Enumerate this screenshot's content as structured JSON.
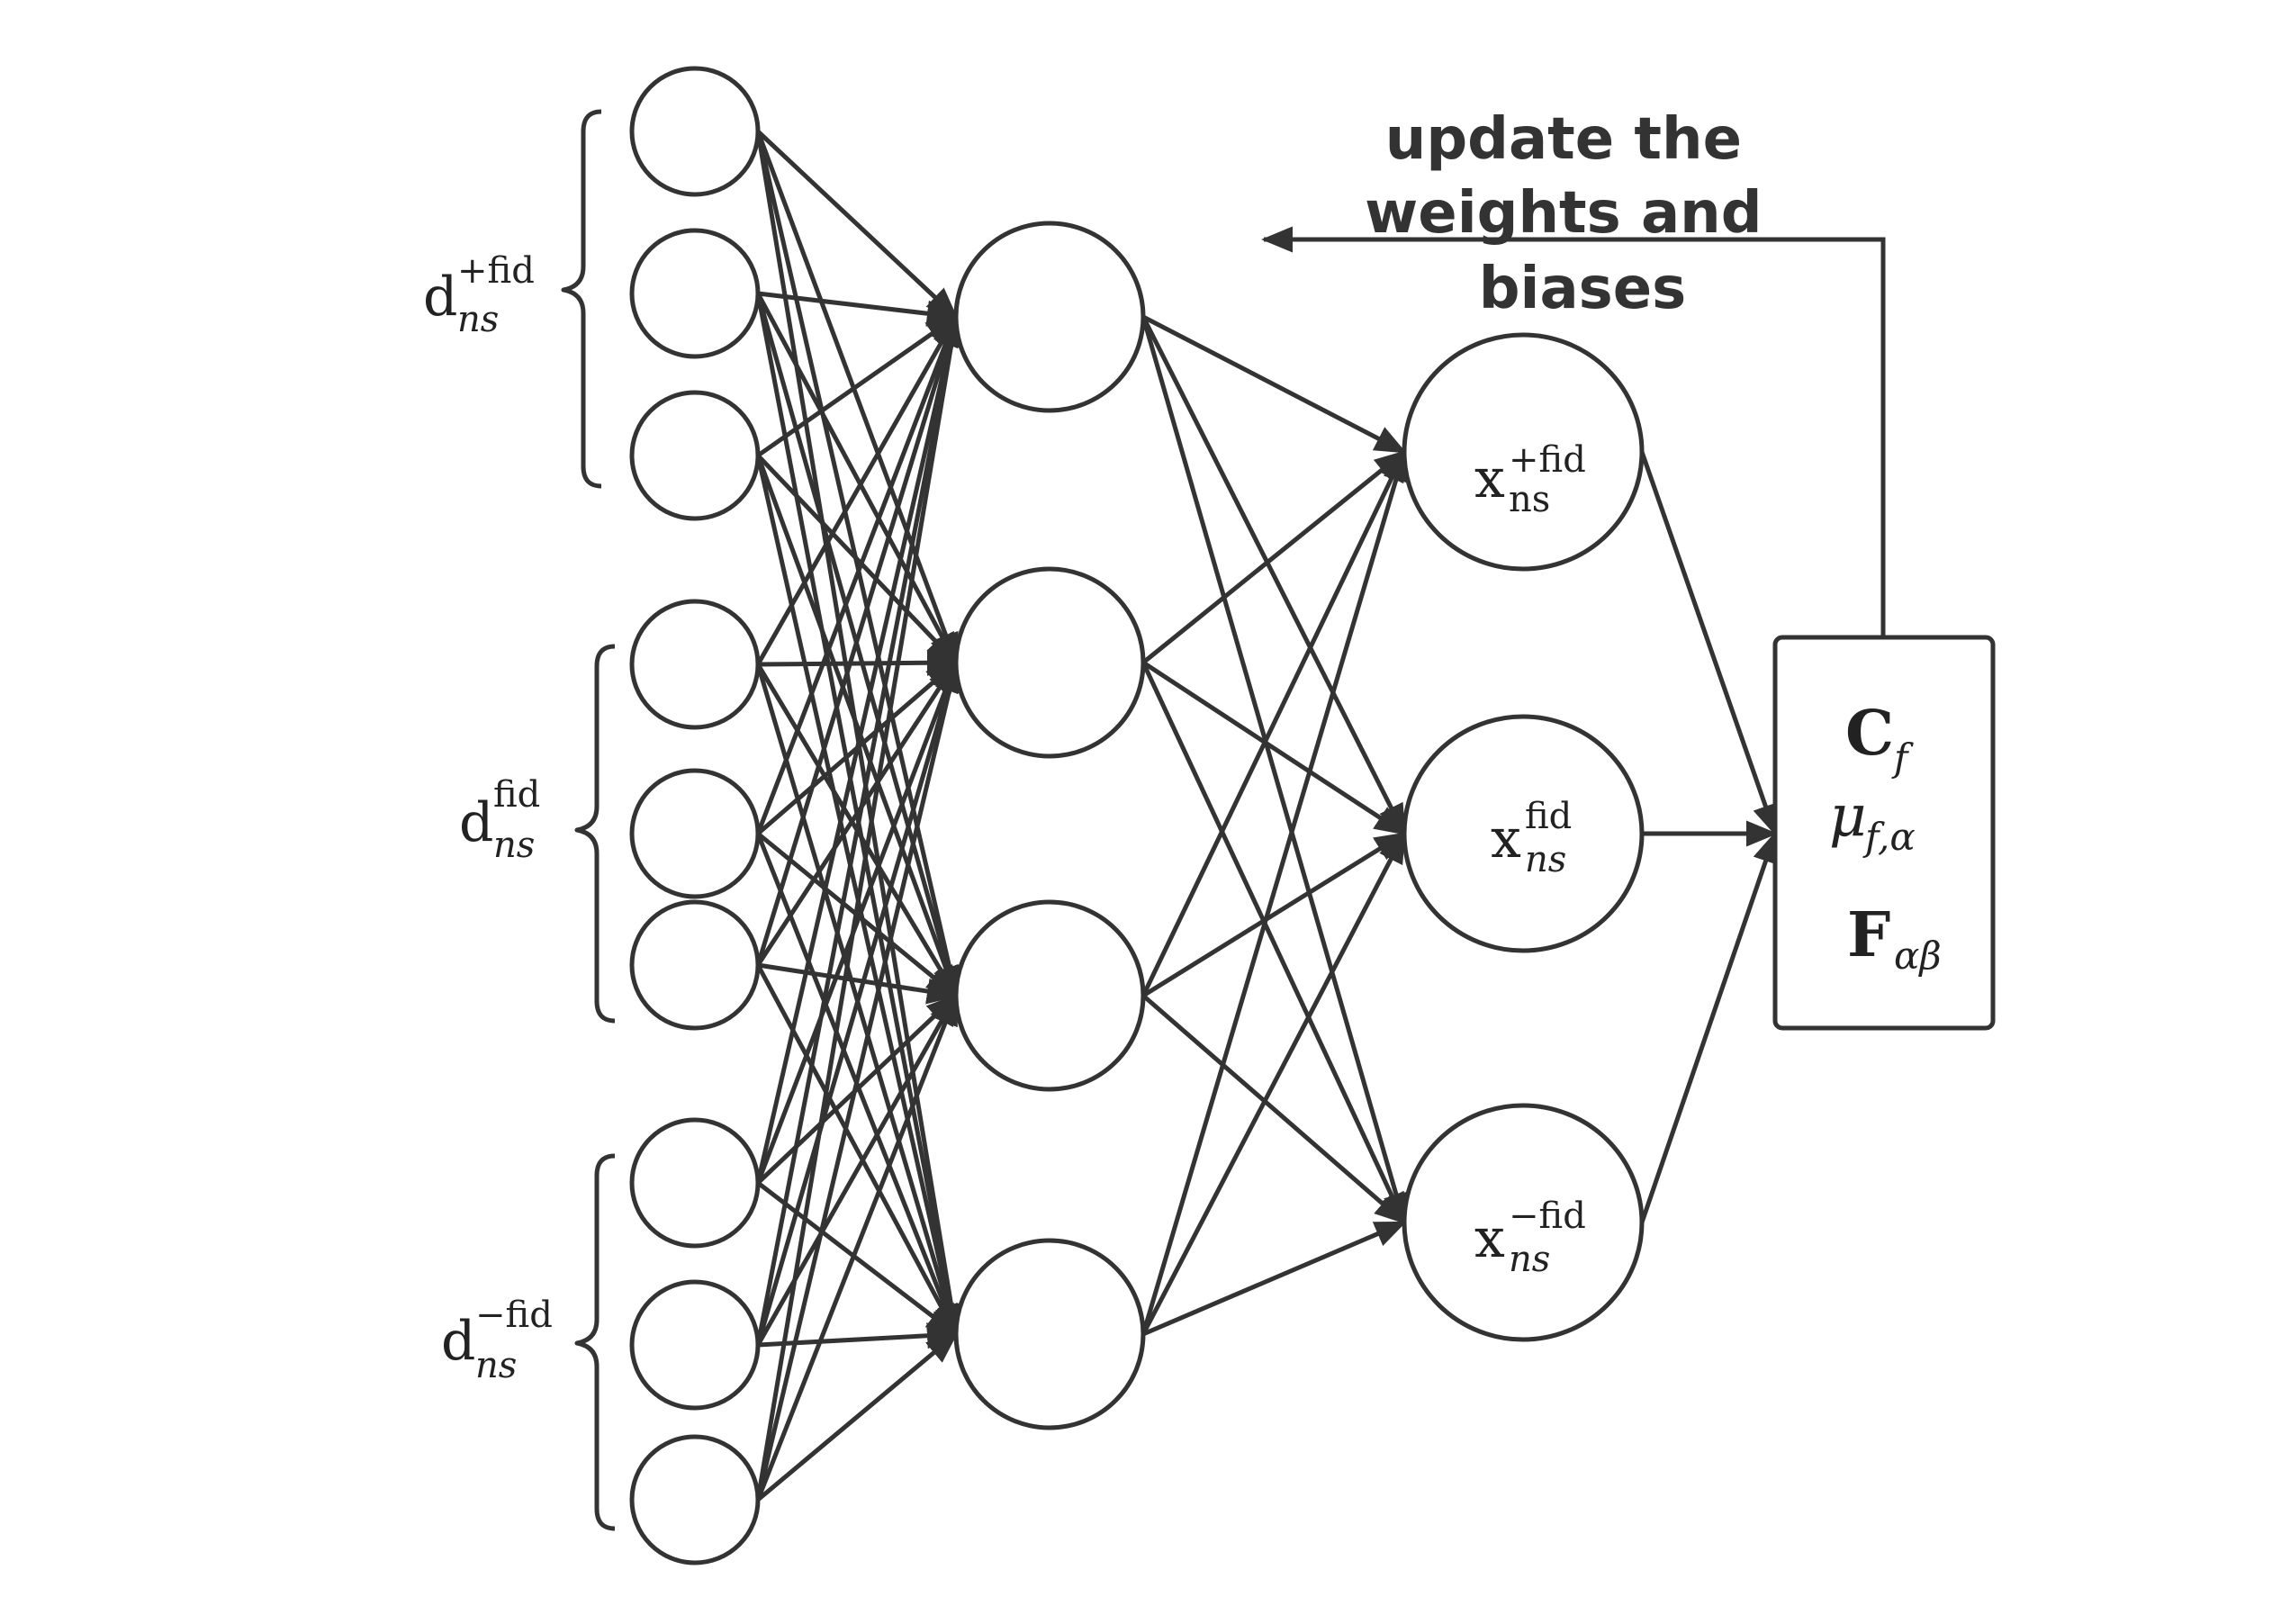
{
  "update_label": {
    "line1": "update the",
    "line2": "weights and",
    "line3": "biases"
  },
  "input_groups": [
    {
      "base": "d",
      "sup": "+fid",
      "sub": "ns"
    },
    {
      "base": "d",
      "sup": "fid",
      "sub": "ns"
    },
    {
      "base": "d",
      "sup": "−fid",
      "sub": "ns"
    }
  ],
  "output_nodes": [
    {
      "base": "x",
      "sup": "+fid",
      "sub": "ns"
    },
    {
      "base": "x",
      "sup": "fid",
      "sub": "ns"
    },
    {
      "base": "x",
      "sup": "−fid",
      "sub": "ns"
    }
  ],
  "result_box": {
    "line1": {
      "base": "C",
      "sub": "f"
    },
    "line2": {
      "base": "μ",
      "sub": "f,α"
    },
    "line3": {
      "base": "F",
      "sub": "αβ"
    }
  },
  "colors": {
    "stroke": "#333333",
    "text": "#222222",
    "background": "#ffffff"
  }
}
